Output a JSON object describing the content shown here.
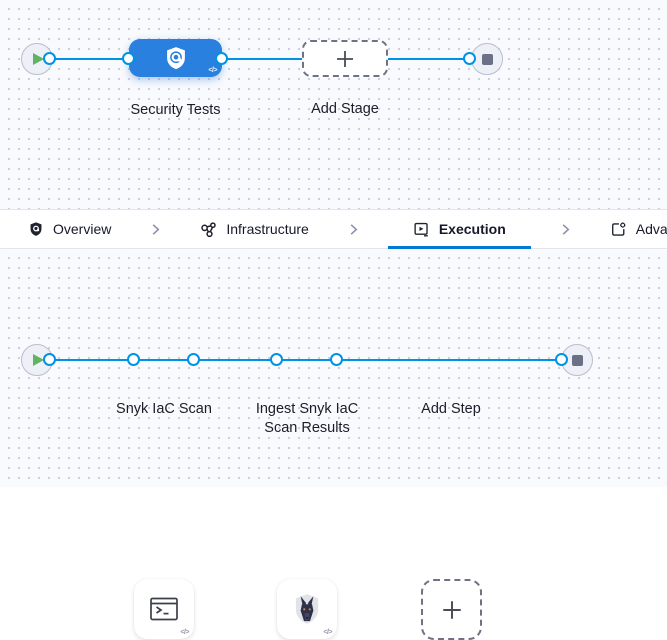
{
  "stage_pipeline": {
    "stage_name": "Security Tests",
    "add_stage_label": "Add Stage"
  },
  "tab_bar": {
    "tabs": [
      {
        "label": "Overview",
        "icon": "shield-gear-icon",
        "active": false
      },
      {
        "label": "Infrastructure",
        "icon": "network-icon",
        "active": false
      },
      {
        "label": "Execution",
        "icon": "play-square-icon",
        "active": true
      },
      {
        "label": "Advanced",
        "icon": "box-gear-icon",
        "active": false
      }
    ]
  },
  "step_pipeline": {
    "steps": [
      {
        "name": "Snyk IaC Scan",
        "icon": "terminal-icon"
      },
      {
        "name": "Ingest Snyk IaC Scan Results",
        "icon": "snyk-dog-icon"
      }
    ],
    "add_step_label": "Add Step"
  },
  "icons": {
    "code_badge": "</>"
  },
  "colors": {
    "canvas_bg": "#f8fafd",
    "dot": "#c9cdd9",
    "connector": "#0092e4",
    "stage_blue": "#2980df",
    "active_blue": "#0278d5",
    "play_green": "#5fb462",
    "stop_gray": "#6b7086",
    "dash_border": "#6f7287",
    "label_text": "#1c1e2a",
    "tabbar_border": "#e2e5ee"
  }
}
